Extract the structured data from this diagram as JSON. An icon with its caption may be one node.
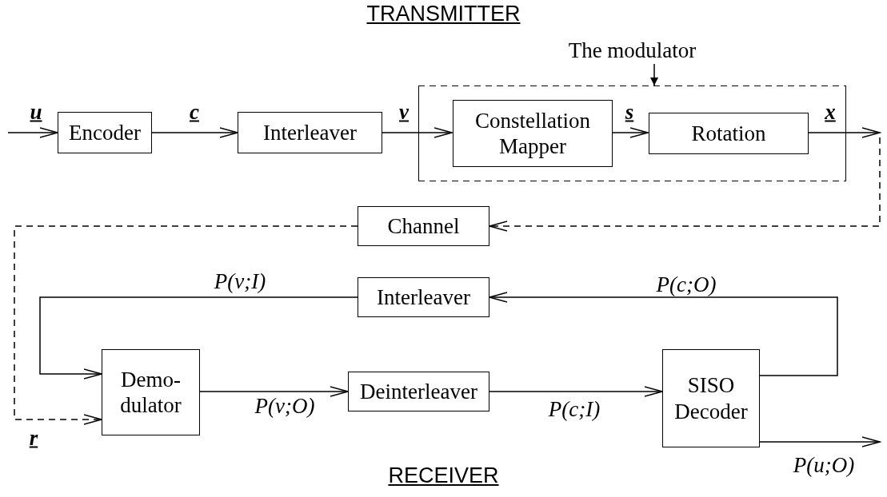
{
  "diagram": {
    "title": "TRANSMITTER",
    "nodes": [
      {
        "text": [
          "Encoder"
        ]
      },
      {
        "text": [
          "Interleaver"
        ]
      },
      {
        "text": [
          "The modulator"
        ]
      },
      {
        "text": [
          "Constellation Mapper"
        ],
        "in": 2
      },
      {
        "text": [
          "Rotation"
        ],
        "in": 2
      },
      {
        "text": [
          "Channel"
        ]
      },
      {
        "text": [
          "Interleaver"
        ]
      },
      {
        "text": [
          "Demo- dulator"
        ]
      },
      {
        "text": [
          "Deinterleaver"
        ]
      },
      {
        "text": [
          "SISO Decoder"
        ]
      }
    ],
    "edges": [
      {
        "from": null,
        "to": 0,
        "arrow": "to",
        "label": "u"
      },
      {
        "from": 0,
        "to": 1,
        "arrow": "to",
        "label": "c"
      },
      {
        "from": 1,
        "to": 3,
        "arrow": "to",
        "label": "v"
      },
      {
        "from": 3,
        "to": 4,
        "arrow": "to",
        "label": "s"
      },
      {
        "from": 4,
        "to": null,
        "arrow": "to",
        "label": "x"
      },
      {
        "from": null,
        "to": 5,
        "arrow": "to",
        "style": "dashed"
      },
      {
        "from": 5,
        "to": 7,
        "arrow": "to",
        "style": "dashed",
        "label": "r"
      },
      {
        "from": 9,
        "to": 6,
        "arrow": "to",
        "label": "P(c;O)"
      },
      {
        "from": 6,
        "to": 7,
        "arrow": "to",
        "label": "P(v;I)"
      },
      {
        "from": 7,
        "to": 8,
        "arrow": "to",
        "label": "P(v;O)"
      },
      {
        "from": 8,
        "to": 9,
        "arrow": "to",
        "label": "P(c;I)"
      },
      {
        "from": 9,
        "to": null,
        "arrow": "to",
        "label": "P(u;O)"
      },
      {
        "from": null,
        "to": 2,
        "arrow": "to"
      }
    ],
    "labels": [
      "RECEIVER"
    ]
  }
}
